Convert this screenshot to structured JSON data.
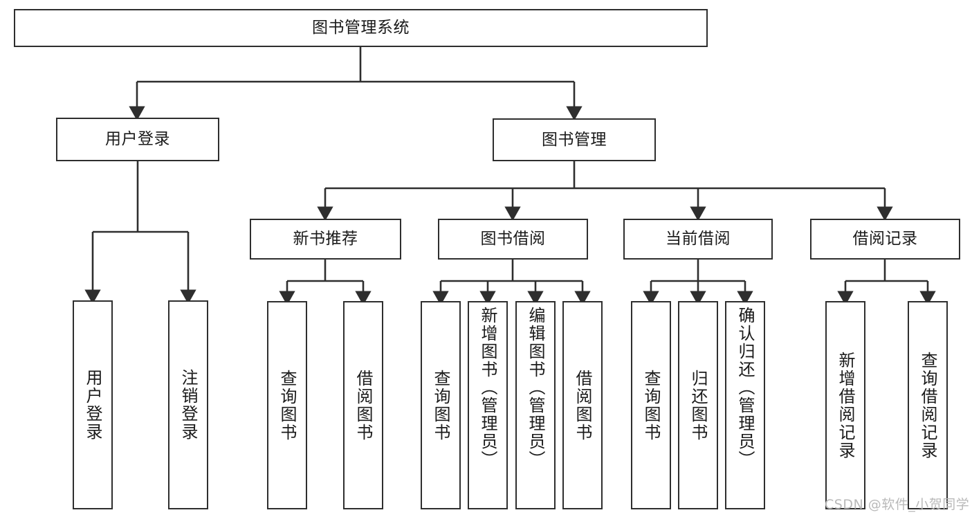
{
  "diagram": {
    "type": "tree-hierarchy",
    "title": "图书管理系统",
    "watermark": "CSDN @软件_小贺同学",
    "colors": {
      "stroke": "#2e2e2e",
      "fill": "#ffffff",
      "text": "#1a1a1a",
      "watermark": "#b9b9b9"
    },
    "levels": {
      "level1": [
        "图书管理系统"
      ],
      "level2": [
        "用户登录",
        "图书管理"
      ],
      "level3": [
        "新书推荐",
        "图书借阅",
        "当前借阅",
        "借阅记录"
      ],
      "level4": [
        "用户登录",
        "注销登录",
        "查询图书",
        "借阅图书",
        "查询图书",
        "新增图书（管理员）",
        "编辑图书（管理员）",
        "借阅图书",
        "查询图书",
        "归还图书",
        "确认归还（管理员）",
        "新增借阅记录",
        "查询借阅记录"
      ]
    },
    "nodes": {
      "root": {
        "label": "图书管理系统"
      },
      "user_login": {
        "label": "用户登录"
      },
      "book_manage": {
        "label": "图书管理"
      },
      "new_book_rec": {
        "label": "新书推荐"
      },
      "book_borrow": {
        "label": "图书借阅"
      },
      "current_borrow": {
        "label": "当前借阅"
      },
      "borrow_record": {
        "label": "借阅记录"
      },
      "leaf_user_login": {
        "label": "用户登录"
      },
      "leaf_logout": {
        "label": "注销登录"
      },
      "leaf_query_book_1": {
        "label": "查询图书"
      },
      "leaf_borrow_book_1": {
        "label": "借阅图书"
      },
      "leaf_query_book_2": {
        "label": "查询图书"
      },
      "leaf_add_book": {
        "label": "新增图书（管理员）"
      },
      "leaf_edit_book": {
        "label": "编辑图书（管理员）"
      },
      "leaf_borrow_book_2": {
        "label": "借阅图书"
      },
      "leaf_query_book_3": {
        "label": "查询图书"
      },
      "leaf_return_book": {
        "label": "归还图书"
      },
      "leaf_confirm_return": {
        "label": "确认归还（管理员）"
      },
      "leaf_add_record": {
        "label": "新增借阅记录"
      },
      "leaf_query_record": {
        "label": "查询借阅记录"
      }
    }
  }
}
